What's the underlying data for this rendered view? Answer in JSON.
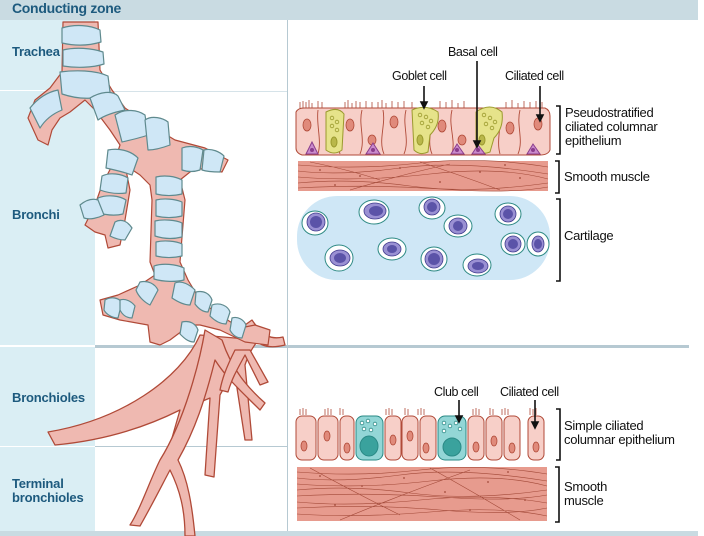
{
  "header": {
    "title": "Conducting zone"
  },
  "zones": [
    {
      "id": "trachea",
      "label": "Trachea"
    },
    {
      "id": "bronchi",
      "label": "Bronchi"
    },
    {
      "id": "bronchioles",
      "label": "Bronchioles"
    },
    {
      "id": "terminal-bronchioles",
      "label": "Terminal bronchioles",
      "lines": [
        "Terminal",
        "bronchioles"
      ]
    }
  ],
  "upper_panel": {
    "cell_labels": {
      "goblet": "Goblet cell",
      "basal": "Basal cell",
      "ciliated": "Ciliated cell"
    },
    "layers": [
      {
        "id": "epithelium",
        "lines": [
          "Pseudostratified",
          "ciliated columnar",
          "epithelium"
        ]
      },
      {
        "id": "smooth-muscle",
        "lines": [
          "Smooth muscle"
        ]
      },
      {
        "id": "cartilage",
        "lines": [
          "Cartilage"
        ]
      }
    ]
  },
  "lower_panel": {
    "cell_labels": {
      "club": "Club cell",
      "ciliated": "Ciliated cell"
    },
    "layers": [
      {
        "id": "epithelium",
        "lines": [
          "Simple ciliated",
          "columnar epithelium"
        ]
      },
      {
        "id": "smooth-muscle",
        "lines": [
          "Smooth",
          "muscle"
        ]
      }
    ]
  },
  "colors": {
    "header_bg": "#c9dbe2",
    "label_blue": "#1d5a7e",
    "zone_bg": "#daeef4",
    "airway_pink": "#efb9b1",
    "cartilage_blue": "#cfe7f6",
    "muscle": "#e79b8e",
    "goblet_yellow": "#e6e38a",
    "basal_purple": "#c98acb",
    "club_teal": "#93d6d6"
  }
}
